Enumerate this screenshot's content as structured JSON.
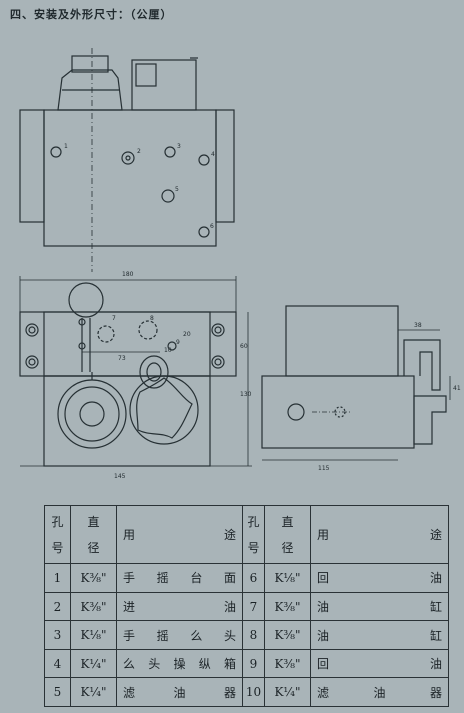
{
  "heading": "四、安装及外形尺寸：（公厘）",
  "dimensions": {
    "width_total": "180",
    "hole_spacing": "73",
    "height_60": "60",
    "height_130": "130",
    "base_145": "145",
    "side_115": "115",
    "side_38": "38",
    "side_41": "41",
    "small_20": "20"
  },
  "hole_labels": [
    "1",
    "2",
    "3",
    "4",
    "5",
    "6",
    "7",
    "8",
    "9",
    "10"
  ],
  "table": {
    "headers": {
      "hole_no_a": "孔",
      "hole_no_b": "号",
      "diameter_a": "直",
      "diameter_b": "径",
      "usage_a": "用",
      "usage_b": "途"
    },
    "rows": [
      {
        "no": "1",
        "dia": "K⅜\"",
        "use": "手摇台面",
        "no2": "6",
        "dia2": "K⅛\"",
        "use2": "回油"
      },
      {
        "no": "2",
        "dia": "K⅜\"",
        "use": "进油",
        "no2": "7",
        "dia2": "K⅜\"",
        "use2": "油缸"
      },
      {
        "no": "3",
        "dia": "K⅛\"",
        "use": "手摇么头",
        "no2": "8",
        "dia2": "K⅜\"",
        "use2": "油缸"
      },
      {
        "no": "4",
        "dia": "K¼\"",
        "use": "么头操纵箱",
        "no2": "9",
        "dia2": "K⅜\"",
        "use2": "回油"
      },
      {
        "no": "5",
        "dia": "K¼\"",
        "use": "滤油器",
        "no2": "10",
        "dia2": "K¼\"",
        "use2": "滤油器"
      }
    ]
  }
}
